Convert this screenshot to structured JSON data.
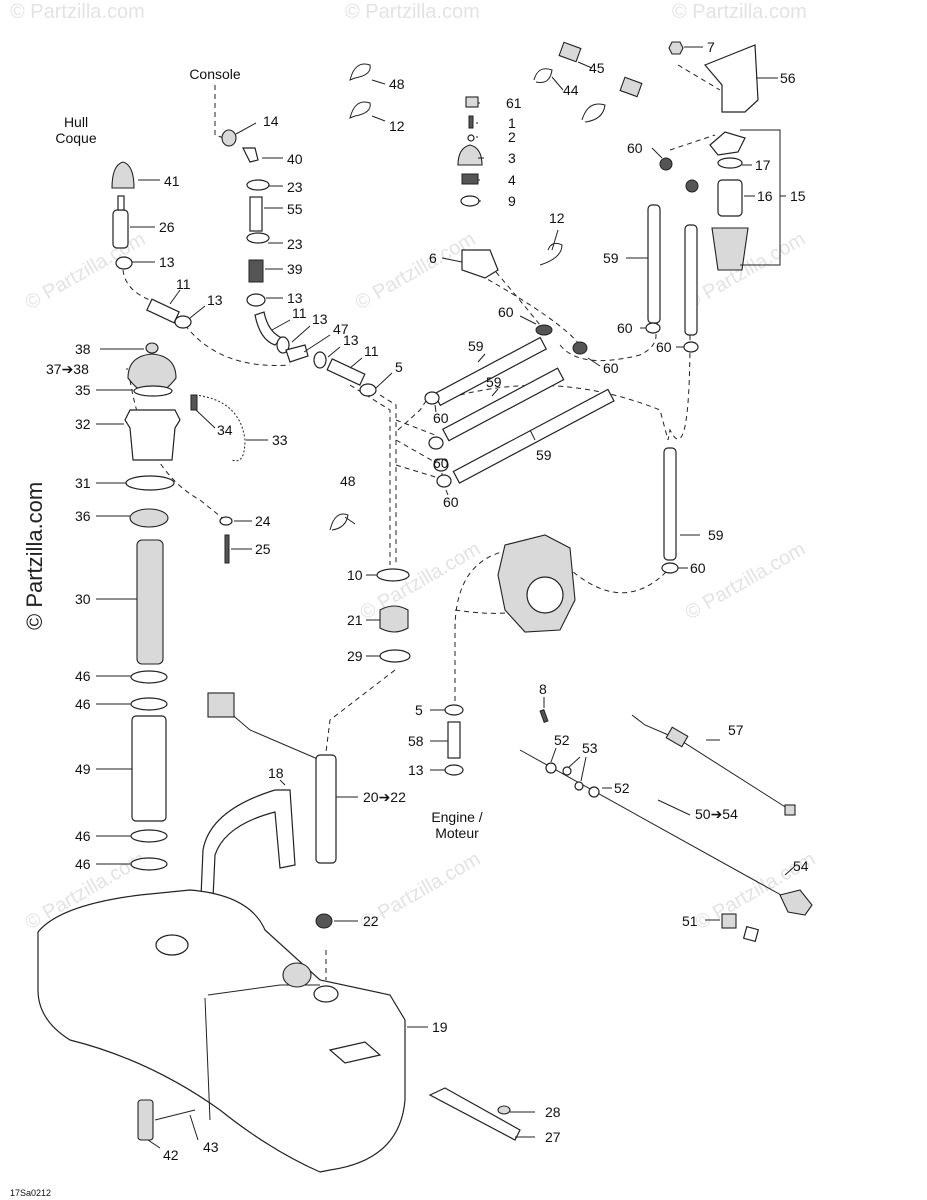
{
  "context_labels": {
    "hull_line1": "Hull",
    "hull_line2": "Coque",
    "console": "Console",
    "engine_line1": "Engine /",
    "engine_line2": "Moteur"
  },
  "diagram_code": "17Sa0212",
  "watermark": "© Partzilla.com",
  "callouts": [
    {
      "id": "c48a",
      "text": "48"
    },
    {
      "id": "c12a",
      "text": "12"
    },
    {
      "id": "c14",
      "text": "14"
    },
    {
      "id": "c40",
      "text": "40"
    },
    {
      "id": "c41",
      "text": "41"
    },
    {
      "id": "c23a",
      "text": "23"
    },
    {
      "id": "c55",
      "text": "55"
    },
    {
      "id": "c23b",
      "text": "23"
    },
    {
      "id": "c26",
      "text": "26"
    },
    {
      "id": "c13a",
      "text": "13"
    },
    {
      "id": "c39",
      "text": "39"
    },
    {
      "id": "c13b",
      "text": "13"
    },
    {
      "id": "c11a",
      "text": "11"
    },
    {
      "id": "c13c",
      "text": "13"
    },
    {
      "id": "c11b",
      "text": "11"
    },
    {
      "id": "c13d",
      "text": "13"
    },
    {
      "id": "c47",
      "text": "47"
    },
    {
      "id": "c13e",
      "text": "13"
    },
    {
      "id": "c11c",
      "text": "11"
    },
    {
      "id": "c5a",
      "text": "5"
    },
    {
      "id": "c38",
      "text": "38"
    },
    {
      "id": "c37",
      "text": "37➔38"
    },
    {
      "id": "c35",
      "text": "35"
    },
    {
      "id": "c34",
      "text": "34"
    },
    {
      "id": "c32",
      "text": "32"
    },
    {
      "id": "c33",
      "text": "33"
    },
    {
      "id": "c31",
      "text": "31"
    },
    {
      "id": "c36",
      "text": "36"
    },
    {
      "id": "c24",
      "text": "24"
    },
    {
      "id": "c25",
      "text": "25"
    },
    {
      "id": "c30",
      "text": "30"
    },
    {
      "id": "c46a",
      "text": "46"
    },
    {
      "id": "c46b",
      "text": "46"
    },
    {
      "id": "c49",
      "text": "49"
    },
    {
      "id": "c46c",
      "text": "46"
    },
    {
      "id": "c46d",
      "text": "46"
    },
    {
      "id": "c61",
      "text": "61"
    },
    {
      "id": "c1",
      "text": "1"
    },
    {
      "id": "c2",
      "text": "2"
    },
    {
      "id": "c3",
      "text": "3"
    },
    {
      "id": "c4",
      "text": "4"
    },
    {
      "id": "c9",
      "text": "9"
    },
    {
      "id": "c45",
      "text": "45"
    },
    {
      "id": "c44",
      "text": "44"
    },
    {
      "id": "c7",
      "text": "7"
    },
    {
      "id": "c56",
      "text": "56"
    },
    {
      "id": "c60a",
      "text": "60"
    },
    {
      "id": "c17",
      "text": "17"
    },
    {
      "id": "c16",
      "text": "16"
    },
    {
      "id": "c15",
      "text": "15"
    },
    {
      "id": "c12b",
      "text": "12"
    },
    {
      "id": "c6",
      "text": "6"
    },
    {
      "id": "c59a",
      "text": "59"
    },
    {
      "id": "c60b",
      "text": "60"
    },
    {
      "id": "c60c",
      "text": "60"
    },
    {
      "id": "c60d",
      "text": "60"
    },
    {
      "id": "c59b",
      "text": "59"
    },
    {
      "id": "c60e",
      "text": "60"
    },
    {
      "id": "c59c",
      "text": "59"
    },
    {
      "id": "c60f",
      "text": "60"
    },
    {
      "id": "c60g",
      "text": "60"
    },
    {
      "id": "c59d",
      "text": "59"
    },
    {
      "id": "c60h",
      "text": "60"
    },
    {
      "id": "c59e",
      "text": "59"
    },
    {
      "id": "c60i",
      "text": "60"
    },
    {
      "id": "c48b",
      "text": "48"
    },
    {
      "id": "c10",
      "text": "10"
    },
    {
      "id": "c21",
      "text": "21"
    },
    {
      "id": "c29",
      "text": "29"
    },
    {
      "id": "c5b",
      "text": "5"
    },
    {
      "id": "c58",
      "text": "58"
    },
    {
      "id": "c13f",
      "text": "13"
    },
    {
      "id": "c8",
      "text": "8"
    },
    {
      "id": "c52a",
      "text": "52"
    },
    {
      "id": "c53",
      "text": "53"
    },
    {
      "id": "c52b",
      "text": "52"
    },
    {
      "id": "c57",
      "text": "57"
    },
    {
      "id": "c50",
      "text": "50➔54"
    },
    {
      "id": "c54",
      "text": "54"
    },
    {
      "id": "c51",
      "text": "51"
    },
    {
      "id": "c18",
      "text": "18"
    },
    {
      "id": "c20",
      "text": "20➔22"
    },
    {
      "id": "c22",
      "text": "22"
    },
    {
      "id": "c19",
      "text": "19"
    },
    {
      "id": "c28",
      "text": "28"
    },
    {
      "id": "c27",
      "text": "27"
    },
    {
      "id": "c42",
      "text": "42"
    },
    {
      "id": "c43",
      "text": "43"
    }
  ]
}
